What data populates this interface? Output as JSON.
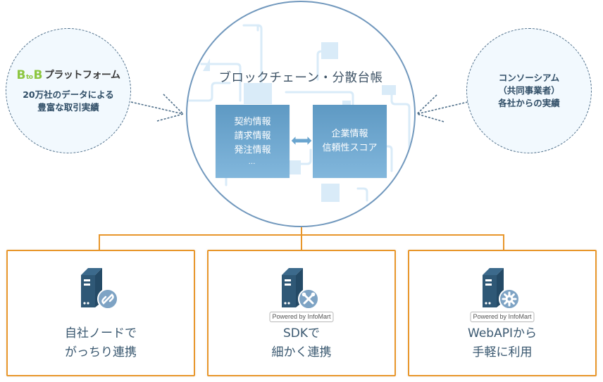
{
  "center": {
    "title": "ブロックチェーン・分散台帳",
    "left_box": {
      "lines": [
        "契約情報",
        "請求情報",
        "発注情報"
      ],
      "more": "…"
    },
    "right_box": {
      "lines": [
        "企業情報",
        "信頼性スコア"
      ]
    },
    "connector": "bidirectional-arrow"
  },
  "left_bubble": {
    "logo": {
      "b1": "B",
      "to": "to",
      "b2": "B",
      "platform": "プラットフォーム"
    },
    "lines": [
      "20万社のデータによる",
      "豊富な取引実績"
    ]
  },
  "right_bubble": {
    "lines": [
      "コンソーシアム",
      "（共同事業者）",
      "各社からの実績"
    ]
  },
  "cards": [
    {
      "icon": "server-link-icon",
      "powered": null,
      "lines": [
        "自社ノードで",
        "がっちり連携"
      ]
    },
    {
      "icon": "server-tools-icon",
      "powered": "Powered by InfoMart",
      "lines": [
        "SDKで",
        "細かく連携"
      ]
    },
    {
      "icon": "server-gear-icon",
      "powered": "Powered by InfoMart",
      "lines": [
        "WebAPIから",
        "手軽に利用"
      ]
    }
  ],
  "colors": {
    "connector_orange": "#e8962a",
    "circle_border": "#7198bd",
    "box_blue": "#6aa5cf",
    "icon_dark": "#2f5876",
    "icon_badge": "#7ea3c4",
    "logo_green": "#8cc63f"
  }
}
